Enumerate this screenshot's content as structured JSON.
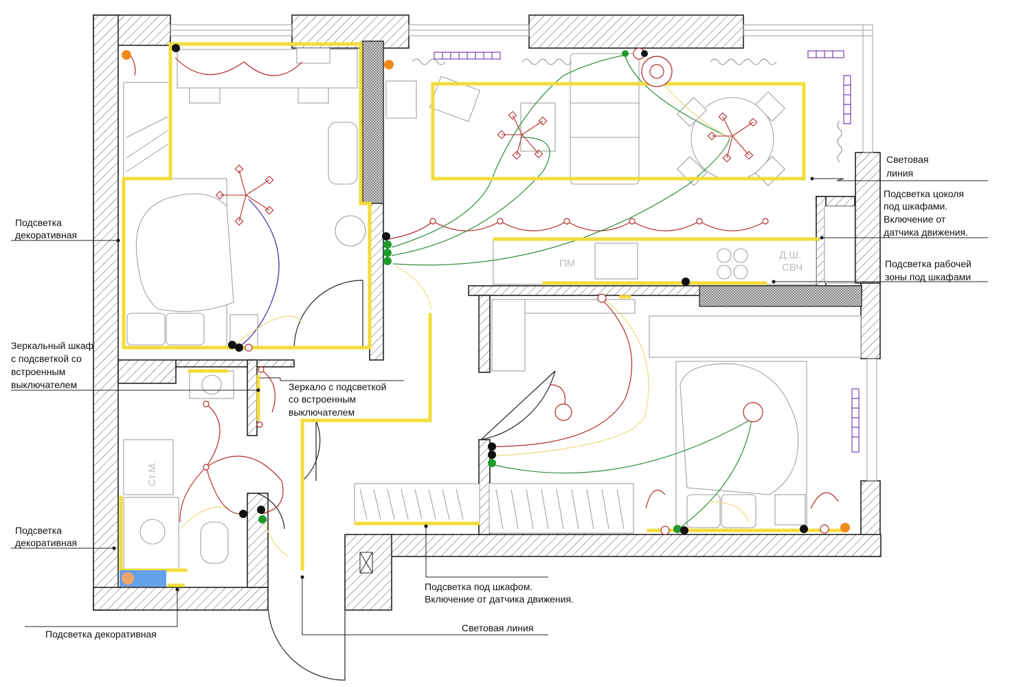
{
  "labels": {
    "light_line_top": [
      "Световая",
      "линия"
    ],
    "plinth_light": [
      "Подсветка цоколя",
      "под шкафами.",
      "Включение от",
      "датчика движения."
    ],
    "work_zone_light": [
      "Подсветка рабочей",
      "зоны под шкафами"
    ],
    "decorative_left_top": [
      "Подсветка",
      "декоративная"
    ],
    "mirror_cabinet": [
      "Зеркальный шкаф",
      "с подсветкой со",
      "встроенным",
      "выключателем"
    ],
    "mirror_light": [
      "Зеркало с подсветкой",
      "со встроенным",
      "выключателем"
    ],
    "decorative_left_bottom": [
      "Подсветка",
      "декоративная"
    ],
    "decorative_bottom": "Подсветка декоративная",
    "under_cabinet": [
      "Подсветка под шкафом.",
      "Включение от датчика движения."
    ],
    "light_line_bottom": "Световая линия"
  },
  "room_marks": {
    "pm": "ПМ",
    "dishwasher": "Д.Ш.",
    "microwave": "СВЧ",
    "washing_machine": "Ст.М."
  },
  "colors": {
    "light_line": "#f2dc3c",
    "wire_red": "#b22a2a",
    "wire_green": "#2e8b3a",
    "switch_black": "#111111",
    "switch_green": "#1f9a2a",
    "socket_orange": "#f08a1a",
    "cabinet_purple": "#7a3fb0"
  }
}
